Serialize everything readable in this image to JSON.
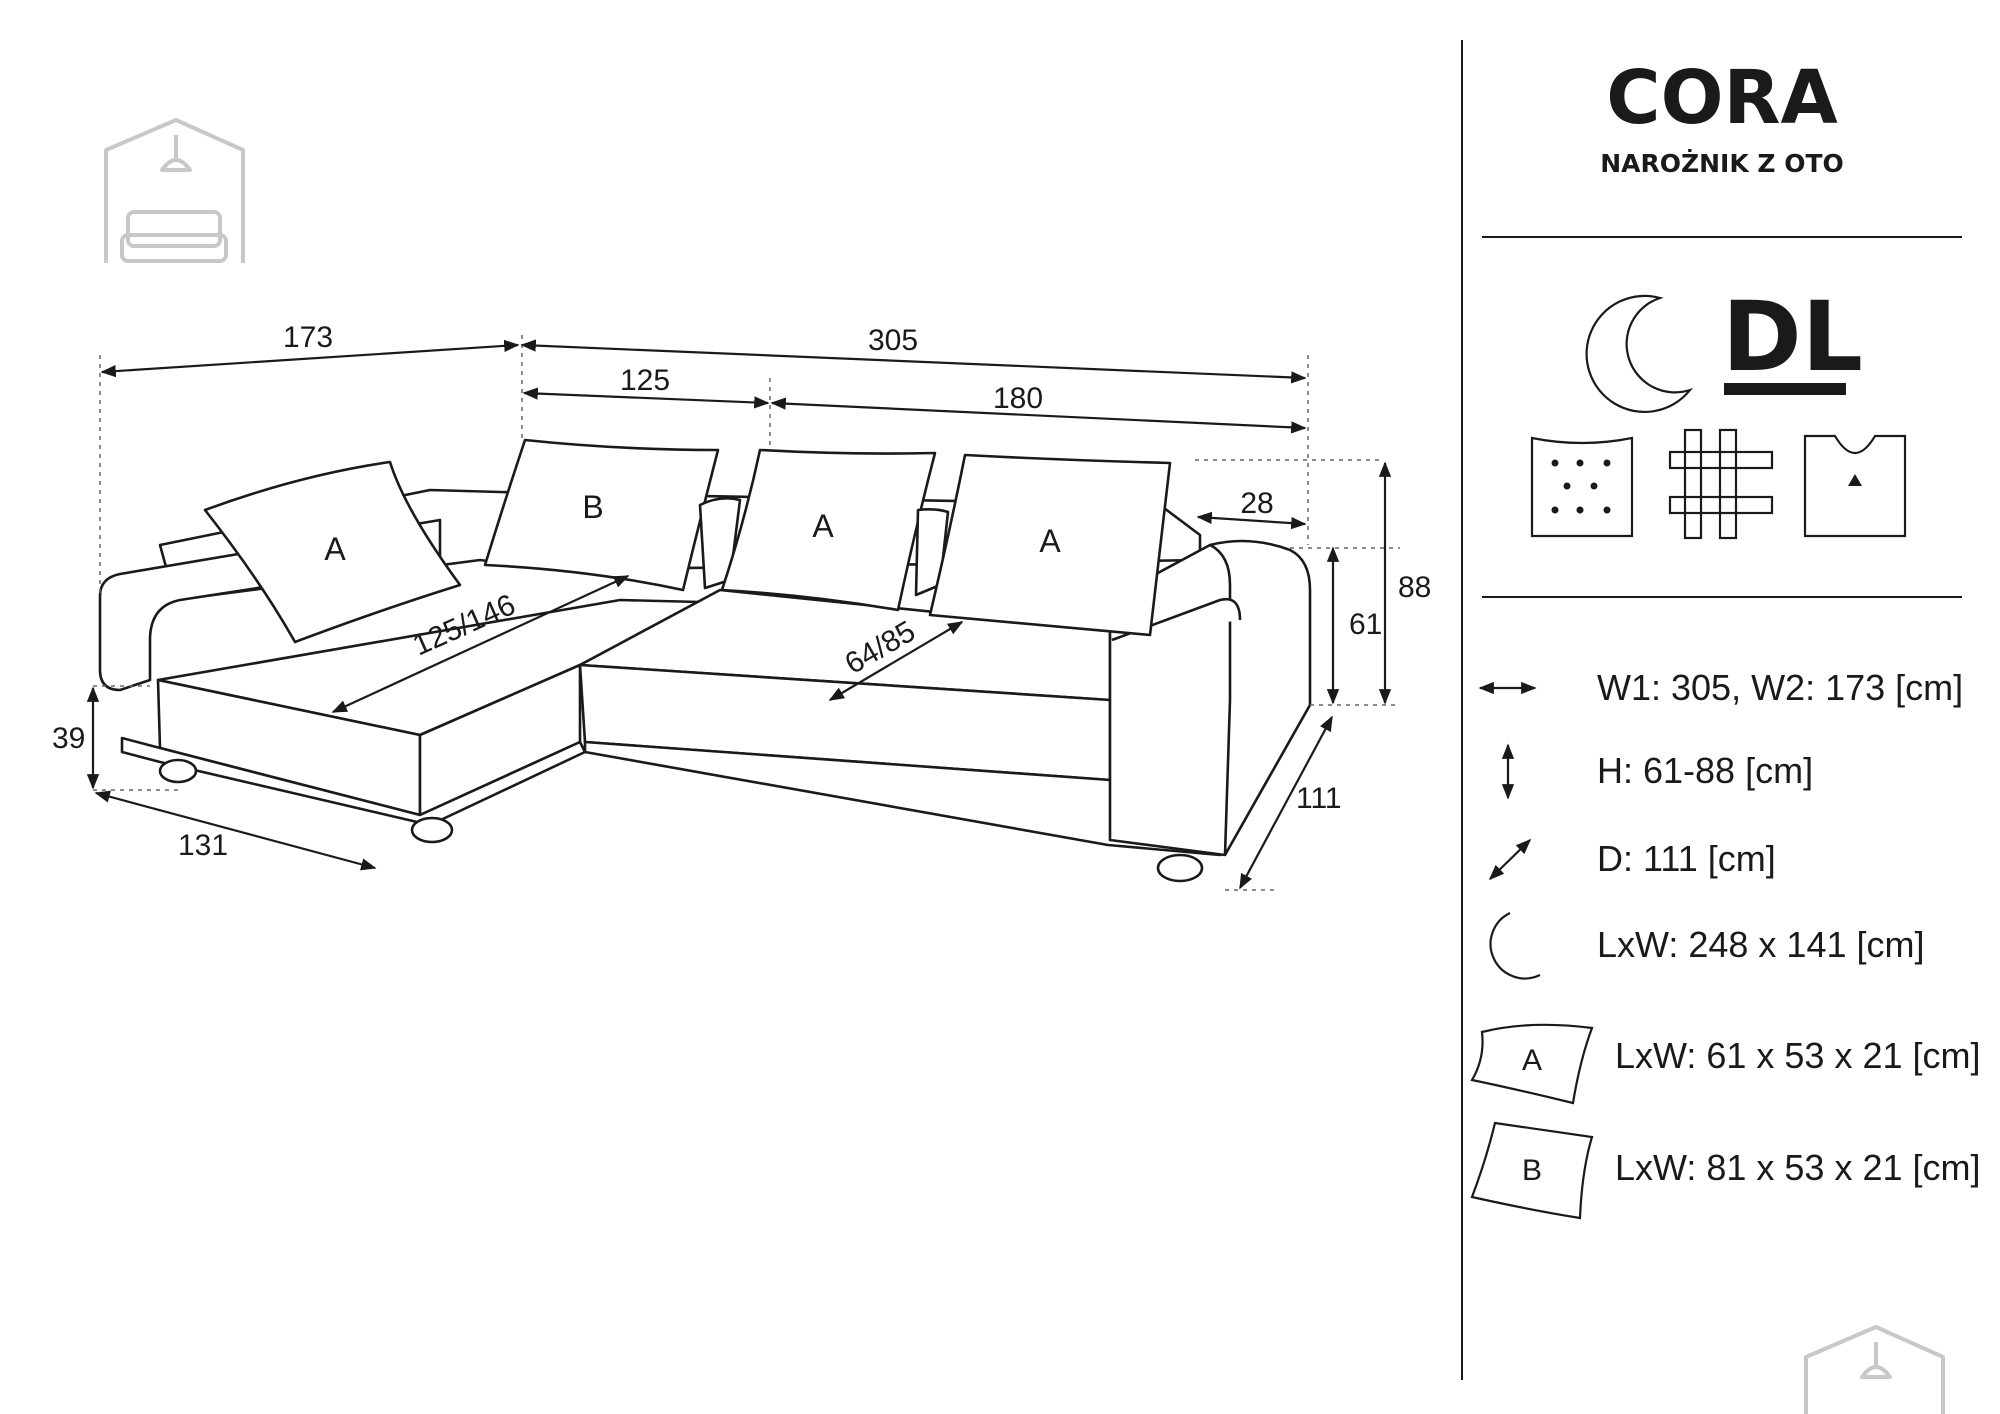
{
  "product": {
    "name": "CORA",
    "subtitle": "NAROŻNIK Z OTO",
    "function_badge": "DL"
  },
  "dimensions": {
    "w2_top": "173",
    "w1_top": "305",
    "seg_left": "125",
    "seg_right": "180",
    "armrest": "28",
    "seat_height": "61",
    "total_height": "88",
    "leg_height": "39",
    "chaise_width": "131",
    "depth": "111",
    "chaise_seat": "125/146",
    "main_seat": "64/85"
  },
  "cushions": {
    "a1": "A",
    "b": "B",
    "a2": "A",
    "a3": "A"
  },
  "specs": {
    "width": "W1: 305, W2: 173 [cm]",
    "height": "H: 61-88 [cm]",
    "depth": "D: 111 [cm]",
    "sleeping": "LxW: 248 x 141 [cm]",
    "pillow_a_letter": "A",
    "pillow_a": "LxW: 61 x 53 x 21 [cm]",
    "pillow_b_letter": "B",
    "pillow_b": "LxW: 81 x 53 x 21 [cm]"
  },
  "icons": [
    "house-sofa-logo",
    "moon-icon",
    "foam-icon",
    "weave-icon",
    "fabric-icon",
    "width-arrow-icon",
    "height-arrow-icon",
    "depth-arrow-icon",
    "pillow-icon"
  ]
}
